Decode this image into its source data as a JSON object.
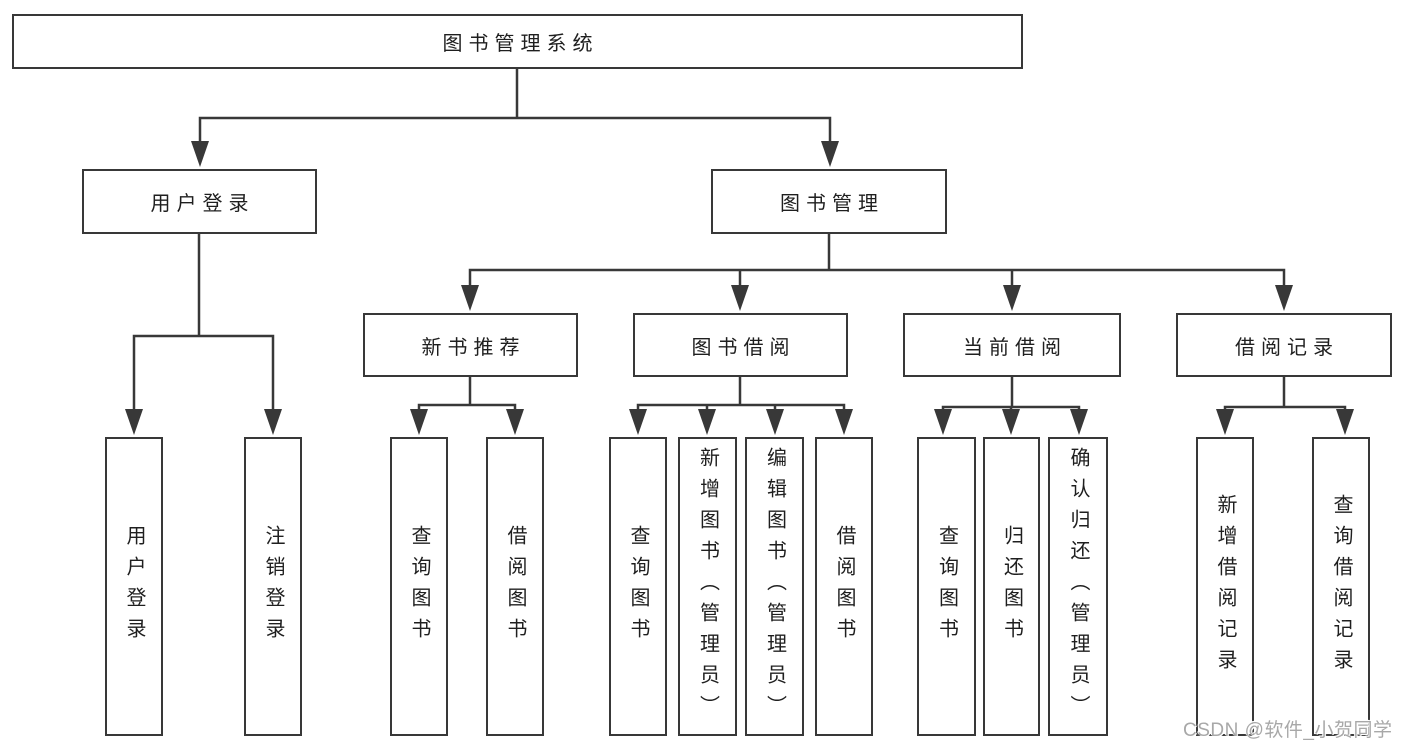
{
  "diagram": {
    "root": "图书管理系统",
    "branches": [
      {
        "label": "用户登录",
        "children": [
          "用户登录",
          "注销登录"
        ]
      },
      {
        "label": "图书管理",
        "groups": [
          {
            "label": "新书推荐",
            "children": [
              "查询图书",
              "借阅图书"
            ]
          },
          {
            "label": "图书借阅",
            "children": [
              "查询图书",
              "新增图书（管理员）",
              "编辑图书（管理员）",
              "借阅图书"
            ]
          },
          {
            "label": "当前借阅",
            "children": [
              "查询图书",
              "归还图书",
              "确认归还（管理员）"
            ]
          },
          {
            "label": "借阅记录",
            "children": [
              "新增借阅记录",
              "查询借阅记录"
            ]
          }
        ]
      }
    ]
  },
  "watermark": "CSDN @软件_小贺同学",
  "colors": {
    "line": "#383838",
    "text": "#1f1f1f",
    "watermark": "#a8a8a8",
    "background": "#ffffff"
  }
}
